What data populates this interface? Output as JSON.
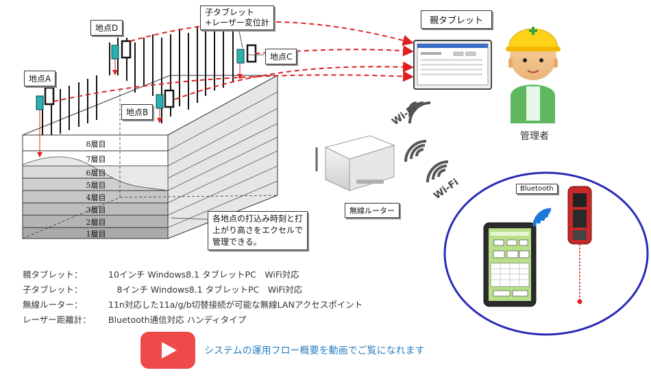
{
  "diagram": {
    "points": {
      "a": "地点A",
      "b": "地点B",
      "c": "地点C",
      "d": "地点D"
    },
    "child_tablet_label": "子タブレット\n+レーザー変位計",
    "parent_tablet_label": "親タブレット",
    "admin_label": "管理者",
    "router_label": "無線ルーター",
    "bluetooth_label": "Bluetooth",
    "wifi_label": "Wi-Fi",
    "excel_note": "各地点の打込み時刻と打\n上がり高さをエクセルで\n管理できる。",
    "layers": [
      "8層目",
      "7層目",
      "6層目",
      "5層目",
      "4層目",
      "3層目",
      "2層目",
      "1層目"
    ]
  },
  "specs": [
    {
      "key": "親タブレット：",
      "value": "10インチ Windows8.1 タブレットPC　WiFi対応"
    },
    {
      "key": "子タブレット：",
      "value": "　8インチ Windows8.1 タブレットPC　WiFi対応"
    },
    {
      "key": "無線ルーター：",
      "value": "11n対応した11a/g/b切替接続が可能な無線LANアクセスポイント"
    },
    {
      "key": "レーザー距離計：",
      "value": "Bluetooth通信対応 ハンディタイプ"
    }
  ],
  "video": {
    "icon": "play-icon",
    "link_text": "システムの運用フロー概要を動画でご覧になれます"
  },
  "colors": {
    "arrow": "#e02020",
    "ellipse": "#2a2ab8",
    "video_button": "#ee4a4a",
    "link": "#2a7fc1",
    "helmet": "#ffd21a",
    "tablet_screen": "#b8e08a"
  }
}
